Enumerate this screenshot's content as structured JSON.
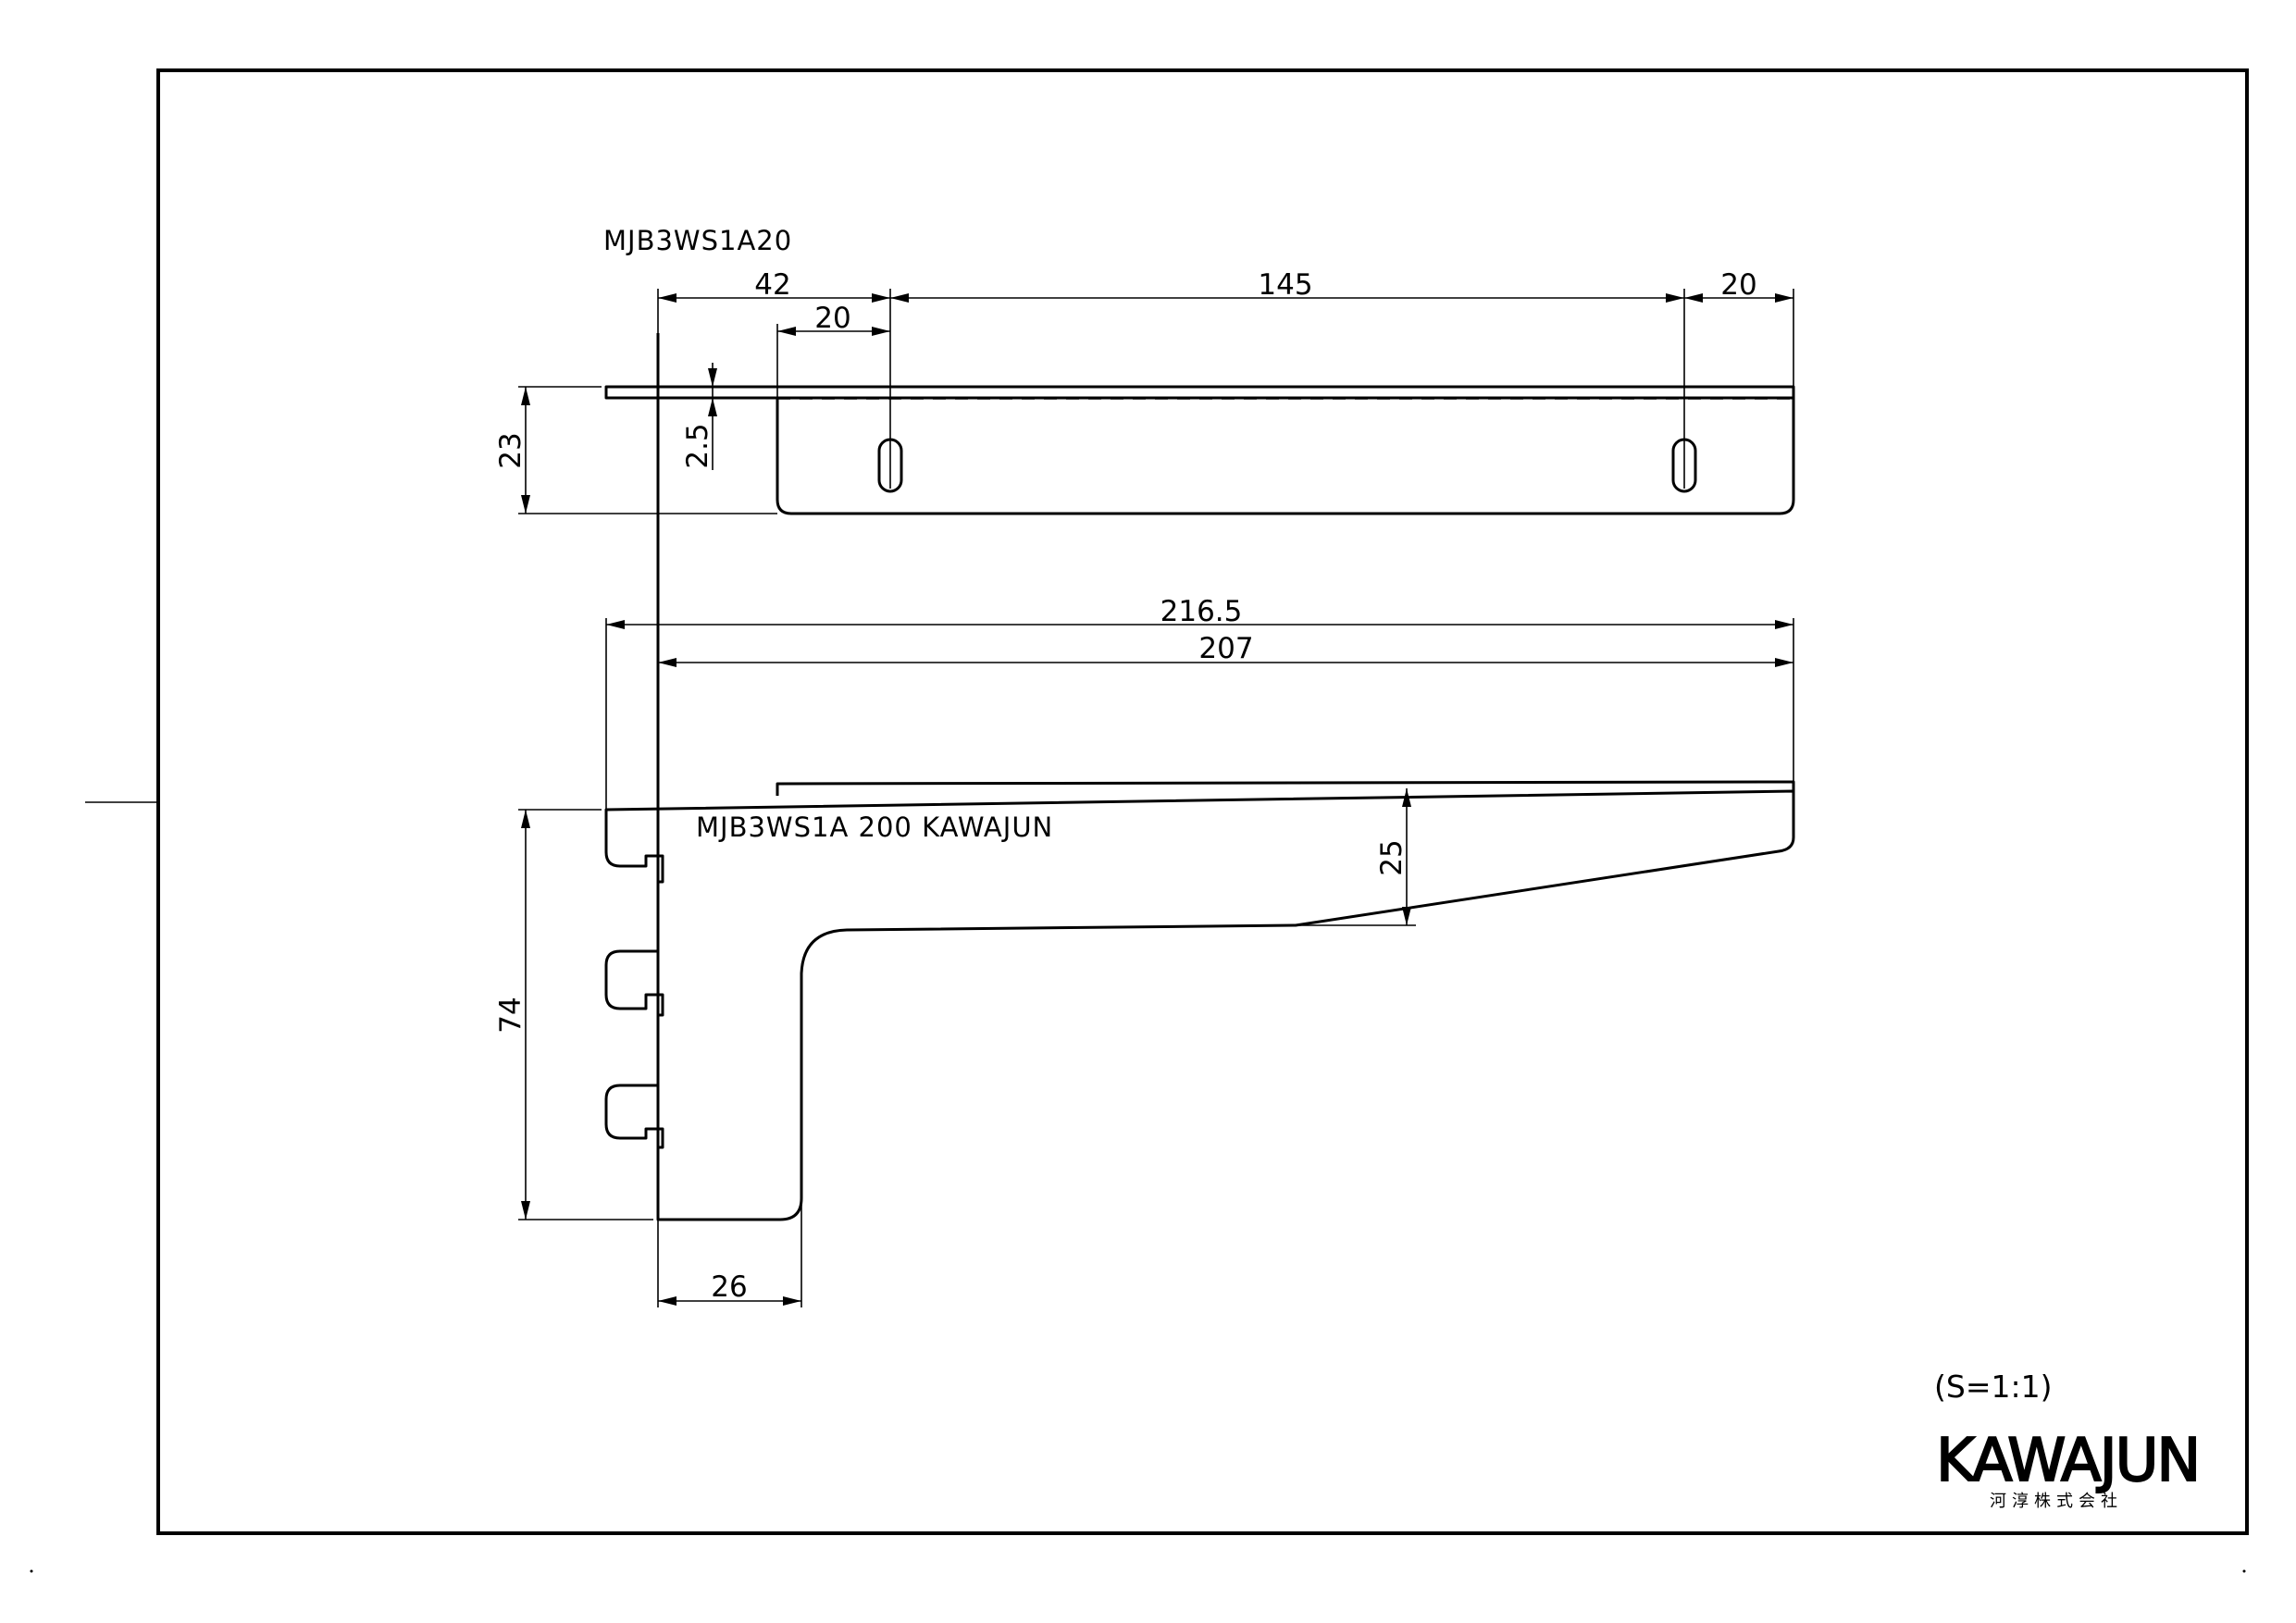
{
  "title_block": {
    "part_code": "MJB3WS1A20",
    "engraving": "MJB3WS1A  200  KAWAJUN",
    "scale": "(S=1:1)"
  },
  "brand": {
    "logo_text": "KAWAJUN",
    "company_name": "河淳株式会社"
  },
  "dimensions": {
    "top_view": {
      "offset_42": "42",
      "offset_20_left": "20",
      "slot_spacing_145": "145",
      "offset_20_right": "20",
      "depth_23": "23",
      "thickness_2_5": "2.5"
    },
    "side_view": {
      "overall_216_5": "216.5",
      "length_207": "207",
      "height_74": "74",
      "tip_height_25": "25",
      "base_26": "26"
    }
  },
  "colors": {
    "line": "#000000",
    "background": "#ffffff"
  }
}
